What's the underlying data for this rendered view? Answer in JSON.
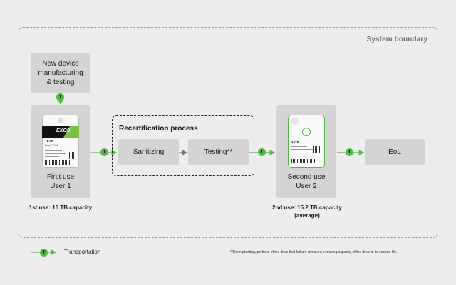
{
  "boundary": {
    "label": "System boundary"
  },
  "manufacturing": {
    "label_line1": "New device",
    "label_line2": "manufacturing",
    "label_line3": "& testing"
  },
  "first_use": {
    "line1": "First use",
    "line2": "User 1",
    "capacity": "1st use: 16 TB capacity"
  },
  "drive1": {
    "brand": "EXOS",
    "capacity": "16TB",
    "model": "Exos™ X16"
  },
  "recertification": {
    "title": "Recertification process",
    "step1": "Sanitizing",
    "step2": "Testing**"
  },
  "second_use": {
    "line1": "Second use",
    "line2": "User 2",
    "capacity_line1": "2nd use: 15.2 TB capacity",
    "capacity_line2": "(average)"
  },
  "drive2": {
    "capacity": "16TB"
  },
  "eol": {
    "label": "EoL"
  },
  "transport_badge": "T",
  "legend": {
    "label": "Transportation"
  },
  "footnote": "**During testing, portions of the drive that fail are removed, reducing capacity of the drive in its second life.",
  "colors": {
    "accent_green": "#54b948",
    "box_fill": "#d4d4d4",
    "background": "#ededed"
  }
}
